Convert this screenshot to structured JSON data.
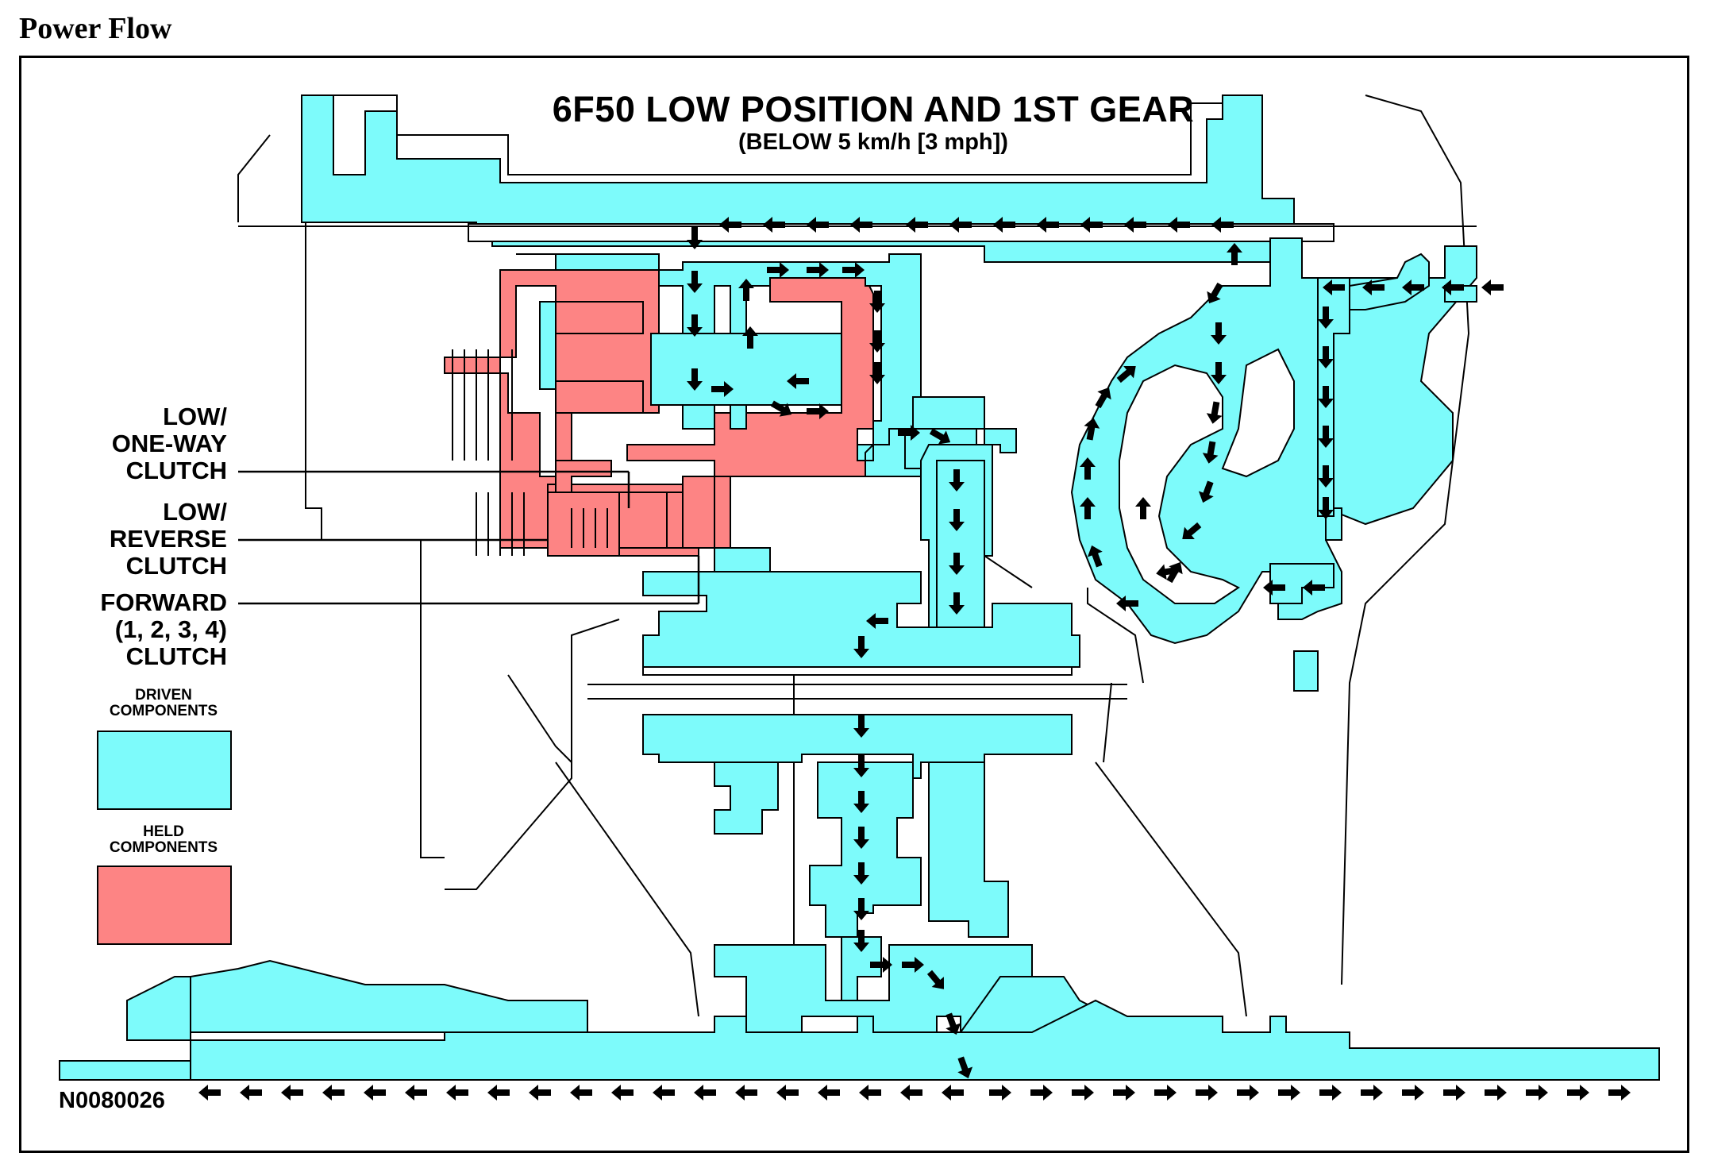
{
  "page_heading": "Power Flow",
  "diagram": {
    "title": "6F50 LOW POSITION AND 1ST GEAR",
    "subtitle": "(BELOW 5 km/h [3 mph])",
    "figure_id": "N0080026",
    "callouts": [
      {
        "lines": [
          "LOW/",
          "ONE-WAY",
          "CLUTCH"
        ]
      },
      {
        "lines": [
          "LOW/",
          "REVERSE",
          "CLUTCH"
        ]
      },
      {
        "lines": [
          "FORWARD",
          "(1, 2, 3, 4)",
          "CLUTCH"
        ]
      }
    ],
    "legend": [
      {
        "lines": [
          "DRIVEN",
          "COMPONENTS"
        ],
        "color": "#7dfbfb"
      },
      {
        "lines": [
          "HELD",
          "COMPONENTS"
        ],
        "color": "#fd8484"
      }
    ],
    "colors": {
      "driven": "#7dfbfb",
      "held": "#fd8484",
      "outline": "#000000",
      "arrow": "#000000"
    }
  }
}
